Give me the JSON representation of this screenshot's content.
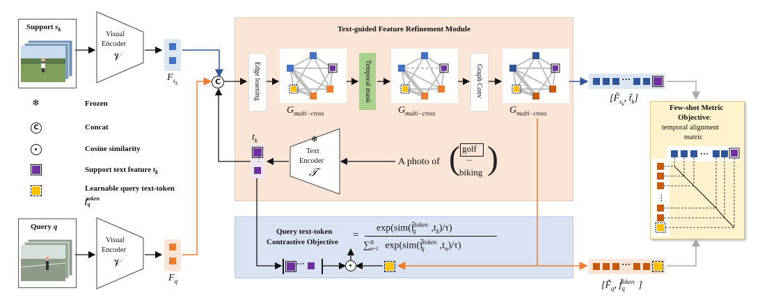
{
  "colors": {
    "blue_token": "#4472c4",
    "purple_token": "#7030a0",
    "orange_token": "#ed7d31",
    "dark_orange_token": "#c55a11",
    "yellow_token": "#ffc000",
    "module_bg": "#fbe5d6",
    "objective_bg": "#dae3f3",
    "metric_bg": "#fff2cc",
    "temporal_mask_bg": "#a9d18e",
    "blue_arrow": "#2f5597",
    "orange_arrow": "#ed7d31",
    "gray_arrow": "#aaaaaa"
  },
  "support": {
    "title": "Support",
    "symbol": "s",
    "sub": "k"
  },
  "query": {
    "title": "Query",
    "symbol": "q"
  },
  "visual_encoder": {
    "label_line1": "Visual",
    "label_line2": "Encoder",
    "symbol": "𝒱"
  },
  "feature_support": {
    "symbol": "F",
    "sub": "s",
    "subsub": "k"
  },
  "feature_query": {
    "symbol": "F",
    "sub": "q"
  },
  "legend": {
    "frozen": "Frozen",
    "concat": "Concat",
    "cosine": "Cosine similarity",
    "support_text": "Support text feature",
    "support_text_sym": "t",
    "support_text_sub": "k",
    "query_token": "Learnable query text-token",
    "query_token_sym": "f",
    "query_token_sub": "q",
    "query_token_sup": "token"
  },
  "module": {
    "title": "Text-guided Feature Refinement Module",
    "edge_learning": "Edge learning",
    "temporal_mask": "Temporal mask",
    "graph_conv": "Graph Conv",
    "graph_label": "G",
    "graph_sub": "multi−cross"
  },
  "text_encoder": {
    "label_line1": "Text",
    "label_line2": "Encoder",
    "symbol": "𝒯",
    "tk": "t",
    "tk_sub": "k"
  },
  "prompt": {
    "text": "A photo of",
    "classes": [
      "golf",
      "...",
      "biking"
    ]
  },
  "support_output": {
    "label": "[F̃",
    "label_sub": "s",
    "label_subsub": "k",
    "label_rest": ", t̃",
    "label_rest_sub": "k",
    "label_end": "]"
  },
  "query_output": {
    "label": "[F̃",
    "label_sub": "q",
    "label_rest": ", f̃",
    "label_rest_sub": "q",
    "label_rest_sup": "token",
    "label_end": "]"
  },
  "objective": {
    "title_line1": "Query text-token",
    "title_line2": "Contrastive Objective",
    "equals": "=",
    "numerator": "exp(sim(f̃",
    "numerator_sup": "token",
    "numerator_sub": "q",
    "numerator_rest": ",t",
    "numerator_rest_sub": "k",
    "numerator_end": ")/τ)",
    "denominator_sum": "∑",
    "denominator_sum_sup": "B",
    "denominator_sum_sub": "n=1",
    "denominator": " exp(sim(f̃",
    "denominator_sup": "token",
    "denominator_sub": "q",
    "denominator_rest": ",t",
    "denominator_rest_sub": "n",
    "denominator_end": ")/τ)"
  },
  "metric": {
    "title_line1": "Few-shot Metric",
    "title_line2": "Objective",
    "colon": ":",
    "subtitle_line1": "temporal alignment",
    "subtitle_line2": "matric"
  }
}
